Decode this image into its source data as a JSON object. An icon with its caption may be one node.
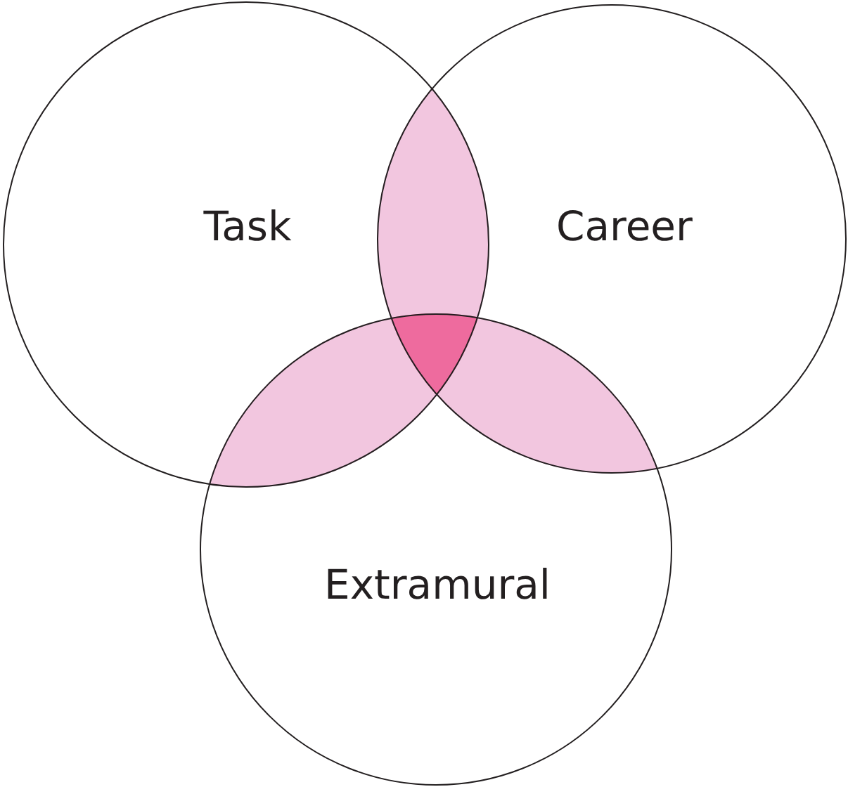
{
  "diagram": {
    "nodes": [
      {
        "text": [
          "Task"
        ]
      },
      {
        "text": [
          "Career"
        ]
      },
      {
        "text": [
          "Extramural"
        ]
      }
    ]
  }
}
